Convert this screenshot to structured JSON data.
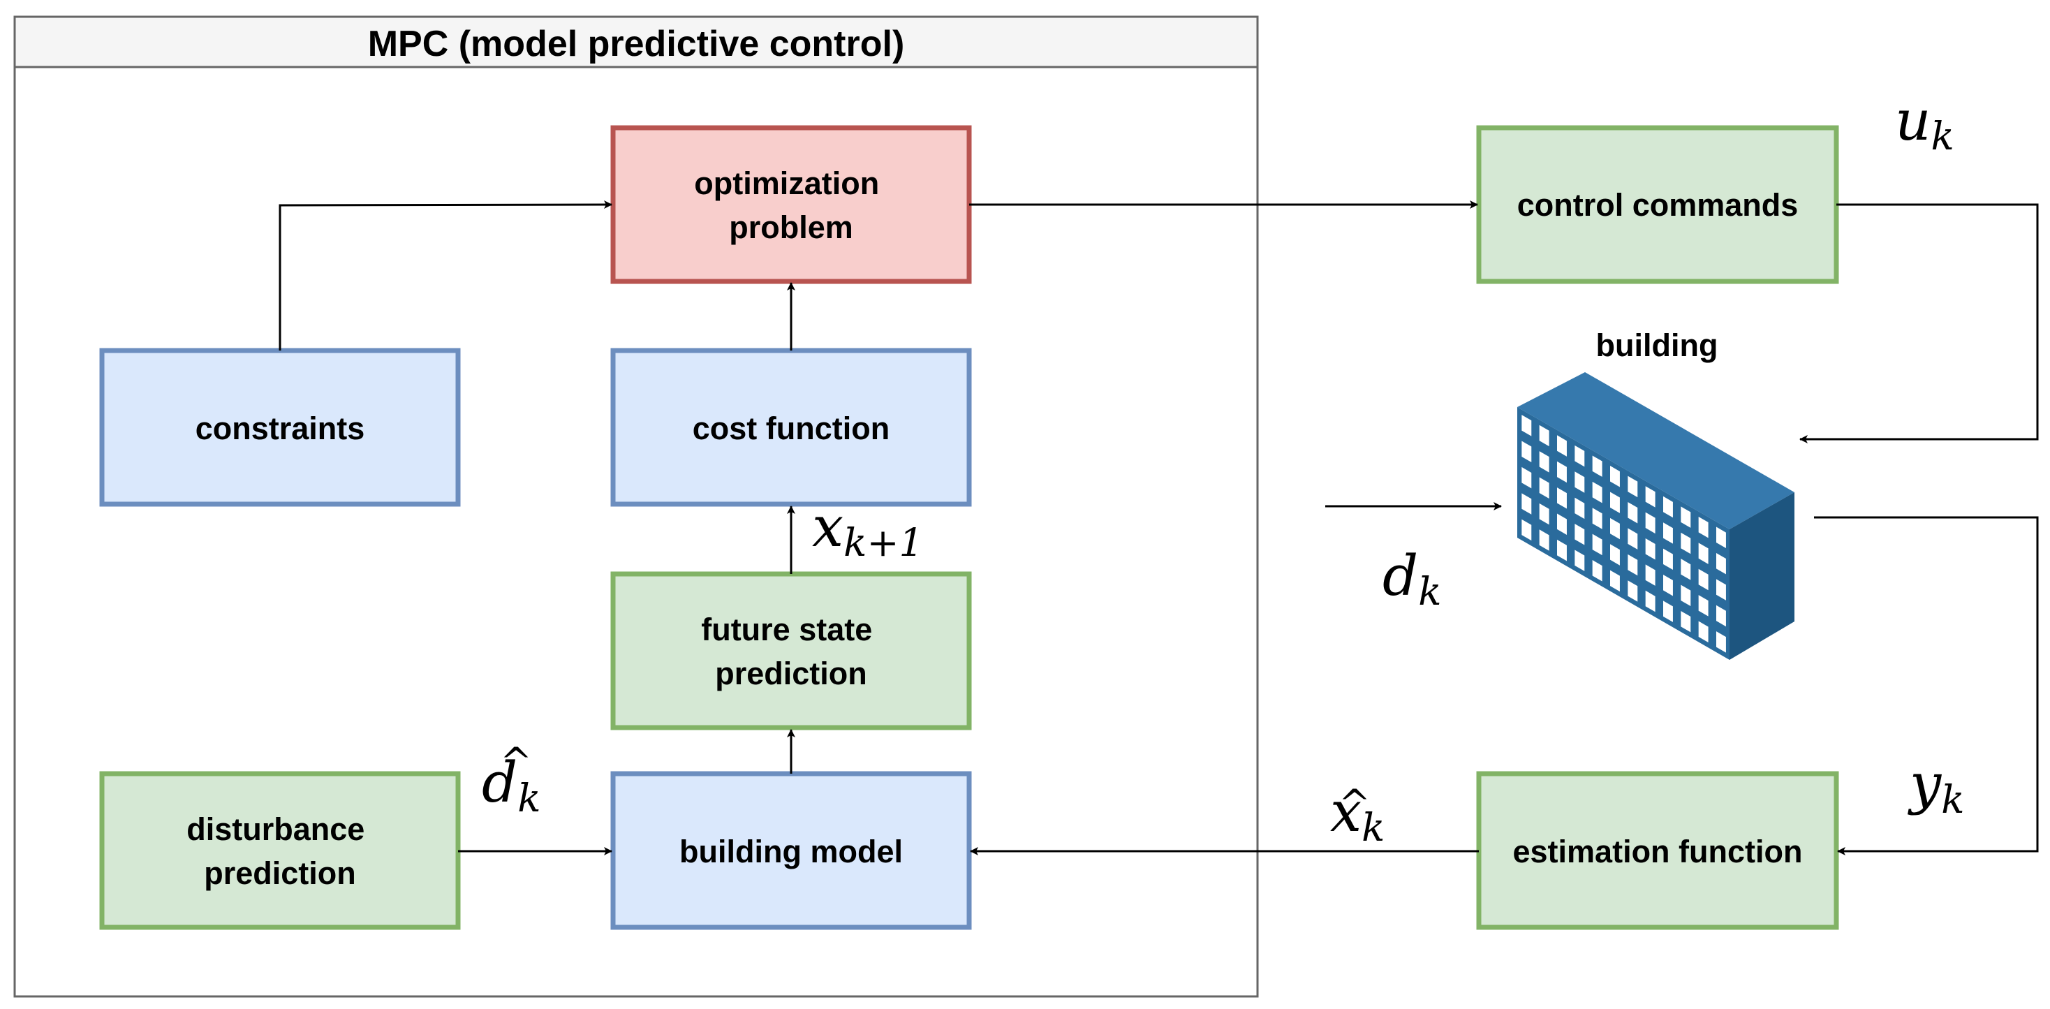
{
  "mpc_container": {
    "title": "MPC (model predictive control)"
  },
  "blocks": {
    "optimization_problem": {
      "lines": [
        "optimization",
        "problem"
      ],
      "fill": "#f8cecc",
      "stroke": "#b85450"
    },
    "constraints": {
      "lines": [
        "constraints"
      ],
      "fill": "#dae8fc",
      "stroke": "#6c8ebf"
    },
    "cost_function": {
      "lines": [
        "cost function"
      ],
      "fill": "#dae8fc",
      "stroke": "#6c8ebf"
    },
    "future_state_prediction": {
      "lines": [
        "future state",
        "prediction"
      ],
      "fill": "#d5e8d4",
      "stroke": "#82b366"
    },
    "disturbance_prediction": {
      "lines": [
        "disturbance",
        "prediction"
      ],
      "fill": "#d5e8d4",
      "stroke": "#82b366"
    },
    "building_model": {
      "lines": [
        "building model"
      ],
      "fill": "#dae8fc",
      "stroke": "#6c8ebf"
    },
    "control_commands": {
      "lines": [
        "control commands"
      ],
      "fill": "#d5e8d4",
      "stroke": "#82b366"
    },
    "estimation_function": {
      "lines": [
        "estimation function"
      ],
      "fill": "#d5e8d4",
      "stroke": "#82b366"
    }
  },
  "building": {
    "label": "building",
    "icon": "building-icon",
    "color": "#2a6b9c"
  },
  "signals": {
    "u_k": {
      "base": "u",
      "sub": "k"
    },
    "d_k": {
      "base": "d",
      "sub": "k"
    },
    "y_k": {
      "base": "y",
      "sub": "k"
    },
    "x_hat_k": {
      "base": "x",
      "sub": "k",
      "hat": "^"
    },
    "d_hat_k": {
      "base": "d",
      "sub": "k",
      "hat": "^"
    },
    "x_k_plus_1": {
      "base": "x",
      "sub": "k+1"
    }
  }
}
